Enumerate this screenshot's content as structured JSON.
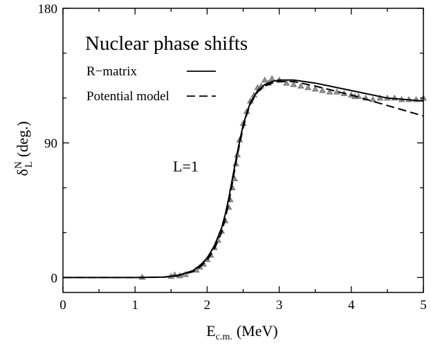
{
  "chart_data": {
    "type": "line",
    "title": "Nuclear phase shifts",
    "xlabel": {
      "main": "E",
      "sub": "c.m.",
      "unit": "(MeV)"
    },
    "ylabel": {
      "main": "δ",
      "sup": "N",
      "sub": "L",
      "unit": "(deg.)"
    },
    "xlim": [
      0,
      5
    ],
    "ylim": [
      -10,
      180
    ],
    "x_ticks": [
      0,
      1,
      2,
      3,
      4,
      5
    ],
    "y_ticks": [
      0,
      90,
      180
    ],
    "annotation": "L=1",
    "grid": false,
    "legend_position": "upper-left",
    "series": [
      {
        "name": "R−matrix",
        "style": "solid",
        "color": "#000000",
        "x": [
          0,
          1.0,
          1.4,
          1.6,
          1.8,
          1.9,
          2.0,
          2.1,
          2.2,
          2.25,
          2.3,
          2.35,
          2.4,
          2.45,
          2.5,
          2.55,
          2.6,
          2.7,
          2.8,
          2.9,
          3.0,
          3.2,
          3.5,
          4.0,
          4.5,
          5.0
        ],
        "y": [
          0,
          0,
          0.3,
          1.5,
          4.5,
          8,
          13,
          21,
          33,
          42,
          53,
          66,
          79,
          91,
          102,
          110,
          117,
          125,
          129,
          131,
          132,
          132,
          130,
          125,
          120,
          118
        ]
      },
      {
        "name": "Potential model",
        "style": "dashed",
        "color": "#000000",
        "x": [
          0,
          1.0,
          1.4,
          1.6,
          1.8,
          1.9,
          2.0,
          2.1,
          2.2,
          2.25,
          2.3,
          2.35,
          2.4,
          2.45,
          2.5,
          2.55,
          2.6,
          2.7,
          2.8,
          2.9,
          3.0,
          3.2,
          3.5,
          4.0,
          4.5,
          5.0
        ],
        "y": [
          0,
          0,
          0.2,
          1.2,
          3.8,
          7,
          11.5,
          19,
          30,
          39,
          50,
          63,
          77,
          89,
          100,
          109,
          116,
          124,
          128,
          130,
          131,
          131,
          128,
          122,
          115,
          108
        ]
      }
    ],
    "data_points": {
      "marker": "triangle",
      "color": "#909090",
      "x": [
        1.1,
        1.5,
        1.55,
        1.62,
        1.7,
        1.85,
        1.9,
        1.95,
        2.0,
        2.05,
        2.1,
        2.15,
        2.2,
        2.25,
        2.3,
        2.32,
        2.35,
        2.38,
        2.4,
        2.42,
        2.45,
        2.5,
        2.55,
        2.6,
        2.65,
        2.7,
        2.75,
        2.8,
        2.85,
        2.9,
        3.0,
        3.1,
        3.2,
        3.3,
        3.4,
        3.5,
        3.6,
        3.7,
        3.8,
        3.9,
        4.0,
        4.05,
        4.1,
        4.2,
        4.3,
        4.4,
        4.5,
        4.6,
        4.7,
        4.8,
        4.9,
        5.0
      ],
      "y": [
        0.2,
        0.8,
        1.8,
        1.2,
        2.0,
        5,
        7,
        9,
        12,
        15,
        20,
        25,
        31,
        38,
        47,
        52,
        60,
        66,
        76,
        82,
        92,
        103,
        111,
        118,
        122,
        127,
        128,
        132,
        130,
        133,
        132,
        130,
        129,
        128,
        127,
        126,
        125,
        124,
        124,
        123,
        122,
        121,
        121,
        120,
        119,
        120,
        120,
        120,
        119,
        119,
        119,
        120
      ]
    },
    "legend": [
      {
        "label": "R−matrix",
        "style": "solid"
      },
      {
        "label": "Potential model",
        "style": "dashed"
      }
    ]
  }
}
